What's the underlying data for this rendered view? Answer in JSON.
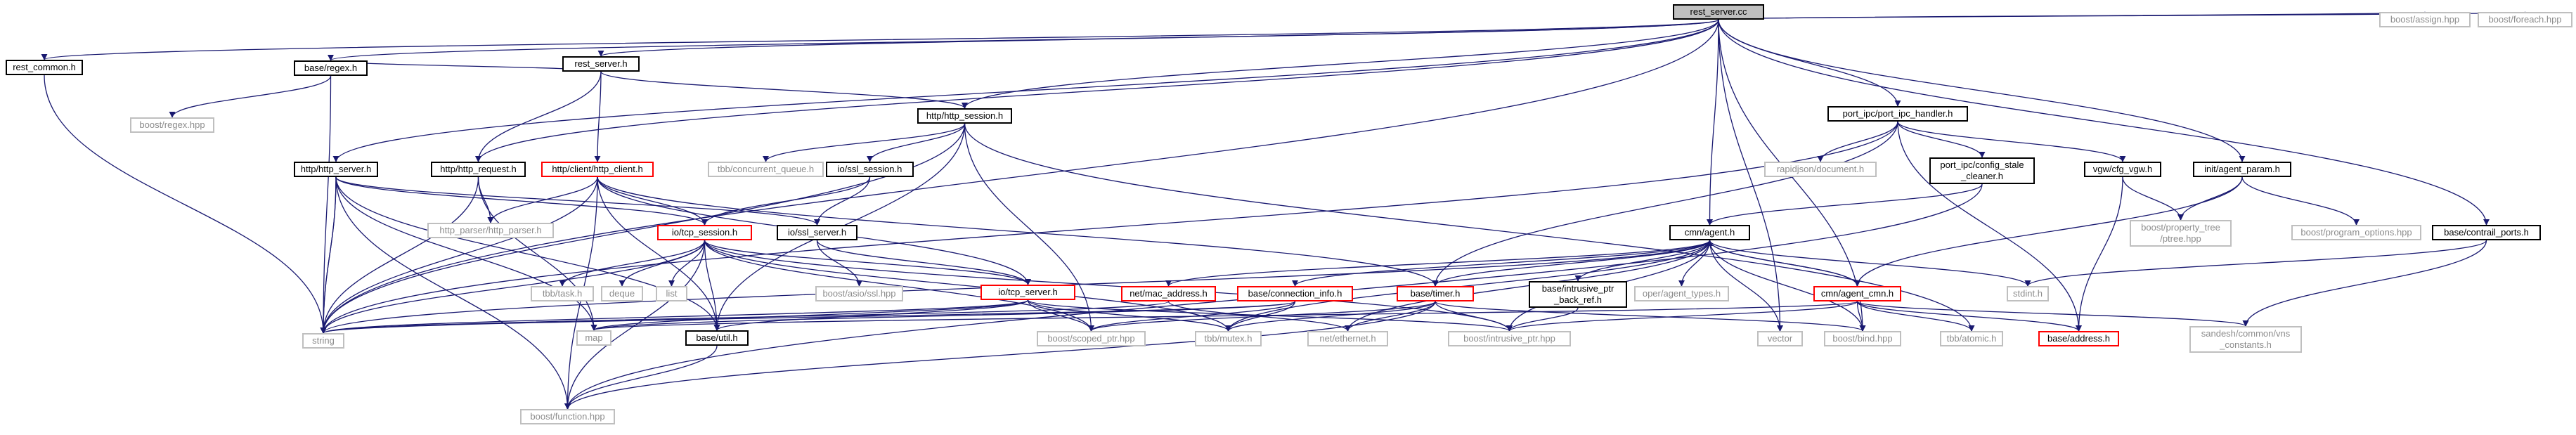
{
  "colors": {
    "edge": "#191970",
    "node_border": "#000000",
    "red_border": "#ff0000",
    "external_border": "#bfbfbf",
    "focus_fill": "#bfbfbf"
  },
  "nodes": [
    {
      "id": "rest_server_cc",
      "label": "rest_server.cc",
      "style": "focus"
    },
    {
      "id": "boost_assign",
      "label": "boost/assign.hpp",
      "style": "ext"
    },
    {
      "id": "boost_foreach",
      "label": "boost/foreach.hpp",
      "style": "ext"
    },
    {
      "id": "rest_server_h",
      "label": "rest_server.h",
      "style": "normal"
    },
    {
      "id": "rest_common",
      "label": "rest_common.h",
      "style": "normal"
    },
    {
      "id": "base_regex",
      "label": "base/regex.h",
      "style": "normal"
    },
    {
      "id": "http_session",
      "label": "http/http_session.h",
      "style": "normal"
    },
    {
      "id": "port_ipc_handler",
      "label": "port_ipc/port_ipc_handler.h",
      "style": "normal"
    },
    {
      "id": "boost_regex",
      "label": "boost/regex.hpp",
      "style": "ext"
    },
    {
      "id": "http_server",
      "label": "http/http_server.h",
      "style": "normal"
    },
    {
      "id": "http_request",
      "label": "http/http_request.h",
      "style": "normal"
    },
    {
      "id": "http_client",
      "label": "http/client/http_client.h",
      "style": "red"
    },
    {
      "id": "tbb_cq",
      "label": "tbb/concurrent_queue.h",
      "style": "ext"
    },
    {
      "id": "io_ssl_session",
      "label": "io/ssl_session.h",
      "style": "normal"
    },
    {
      "id": "rapidjson",
      "label": "rapidjson/document.h",
      "style": "ext"
    },
    {
      "id": "config_stale",
      "label": "port_ipc/config_stale\n_cleaner.h",
      "style": "normal"
    },
    {
      "id": "vgw_cfg",
      "label": "vgw/cfg_vgw.h",
      "style": "normal"
    },
    {
      "id": "init_agent_param",
      "label": "init/agent_param.h",
      "style": "normal"
    },
    {
      "id": "http_parser",
      "label": "http_parser/http_parser.h",
      "style": "ext"
    },
    {
      "id": "io_tcp_session",
      "label": "io/tcp_session.h",
      "style": "red"
    },
    {
      "id": "io_ssl_server",
      "label": "io/ssl_server.h",
      "style": "normal"
    },
    {
      "id": "cmn_agent",
      "label": "cmn/agent.h",
      "style": "normal"
    },
    {
      "id": "boost_ptree",
      "label": "boost/property_tree\n/ptree.hpp",
      "style": "ext"
    },
    {
      "id": "boost_po",
      "label": "boost/program_options.hpp",
      "style": "ext"
    },
    {
      "id": "contrail_ports",
      "label": "base/contrail_ports.h",
      "style": "normal"
    },
    {
      "id": "tbb_task",
      "label": "tbb/task.h",
      "style": "ext"
    },
    {
      "id": "deque",
      "label": "deque",
      "style": "ext"
    },
    {
      "id": "list",
      "label": "list",
      "style": "ext"
    },
    {
      "id": "boost_asio_ssl",
      "label": "boost/asio/ssl.hpp",
      "style": "ext"
    },
    {
      "id": "io_tcp_server",
      "label": "io/tcp_server.h",
      "style": "red"
    },
    {
      "id": "net_mac",
      "label": "net/mac_address.h",
      "style": "red"
    },
    {
      "id": "base_conn_info",
      "label": "base/connection_info.h",
      "style": "red"
    },
    {
      "id": "base_timer",
      "label": "base/timer.h",
      "style": "red"
    },
    {
      "id": "base_intrusive",
      "label": "base/intrusive_ptr\n_back_ref.h",
      "style": "normal"
    },
    {
      "id": "oper_agent_types",
      "label": "oper/agent_types.h",
      "style": "ext"
    },
    {
      "id": "cmn_agent_cmn",
      "label": "cmn/agent_cmn.h",
      "style": "red"
    },
    {
      "id": "stdint",
      "label": "stdint.h",
      "style": "ext"
    },
    {
      "id": "sandesh_vns",
      "label": "sandesh/common/vns\n_constants.h",
      "style": "ext"
    },
    {
      "id": "string",
      "label": "string",
      "style": "ext"
    },
    {
      "id": "map",
      "label": "map",
      "style": "ext"
    },
    {
      "id": "base_util",
      "label": "base/util.h",
      "style": "normal"
    },
    {
      "id": "boost_scoped",
      "label": "boost/scoped_ptr.hpp",
      "style": "ext"
    },
    {
      "id": "tbb_mutex",
      "label": "tbb/mutex.h",
      "style": "ext"
    },
    {
      "id": "net_ethernet",
      "label": "net/ethernet.h",
      "style": "ext"
    },
    {
      "id": "boost_intrusive",
      "label": "boost/intrusive_ptr.hpp",
      "style": "ext"
    },
    {
      "id": "vector",
      "label": "vector",
      "style": "ext"
    },
    {
      "id": "boost_bind",
      "label": "boost/bind.hpp",
      "style": "ext"
    },
    {
      "id": "tbb_atomic",
      "label": "tbb/atomic.h",
      "style": "ext"
    },
    {
      "id": "base_address",
      "label": "base/address.h",
      "style": "red"
    },
    {
      "id": "boost_function",
      "label": "boost/function.hpp",
      "style": "ext"
    }
  ],
  "edges": [
    [
      "rest_server_cc",
      "boost_assign"
    ],
    [
      "rest_server_cc",
      "boost_foreach"
    ],
    [
      "rest_server_cc",
      "rest_server_h"
    ],
    [
      "rest_server_cc",
      "rest_common"
    ],
    [
      "rest_server_cc",
      "base_regex"
    ],
    [
      "rest_server_cc",
      "http_session"
    ],
    [
      "rest_server_cc",
      "port_ipc_handler"
    ],
    [
      "rest_server_cc",
      "http_server"
    ],
    [
      "rest_server_cc",
      "http_request"
    ],
    [
      "rest_server_cc",
      "init_agent_param"
    ],
    [
      "rest_server_cc",
      "cmn_agent"
    ],
    [
      "rest_server_cc",
      "contrail_ports"
    ],
    [
      "rest_server_cc",
      "string"
    ],
    [
      "rest_server_cc",
      "vector"
    ],
    [
      "rest_server_cc",
      "boost_bind"
    ],
    [
      "rest_server_h",
      "base_regex"
    ],
    [
      "rest_server_h",
      "http_session"
    ],
    [
      "rest_server_h",
      "http_request"
    ],
    [
      "rest_server_h",
      "http_client"
    ],
    [
      "rest_common",
      "string"
    ],
    [
      "base_regex",
      "boost_regex"
    ],
    [
      "base_regex",
      "string"
    ],
    [
      "http_session",
      "tbb_cq"
    ],
    [
      "http_session",
      "io_ssl_session"
    ],
    [
      "http_session",
      "base_util"
    ],
    [
      "http_session",
      "boost_scoped"
    ],
    [
      "http_session",
      "tbb_atomic"
    ],
    [
      "port_ipc_handler",
      "rapidjson"
    ],
    [
      "port_ipc_handler",
      "config_stale"
    ],
    [
      "port_ipc_handler",
      "vgw_cfg"
    ],
    [
      "port_ipc_handler",
      "base_timer"
    ],
    [
      "port_ipc_handler",
      "string"
    ],
    [
      "port_ipc_handler",
      "base_address"
    ],
    [
      "http_server",
      "io_tcp_session"
    ],
    [
      "http_server",
      "io_ssl_server"
    ],
    [
      "http_server",
      "string"
    ],
    [
      "http_server",
      "map"
    ],
    [
      "http_server",
      "base_util"
    ],
    [
      "http_server",
      "boost_function"
    ],
    [
      "http_request",
      "http_parser"
    ],
    [
      "http_request",
      "string"
    ],
    [
      "http_request",
      "map"
    ],
    [
      "http_client",
      "http_parser"
    ],
    [
      "http_client",
      "io_tcp_session"
    ],
    [
      "http_client",
      "io_tcp_server"
    ],
    [
      "http_client",
      "base_timer"
    ],
    [
      "http_client",
      "string"
    ],
    [
      "http_client",
      "boost_function"
    ],
    [
      "http_client",
      "base_util"
    ],
    [
      "io_ssl_session",
      "io_tcp_session"
    ],
    [
      "io_ssl_session",
      "io_ssl_server"
    ],
    [
      "config_stale",
      "cmn_agent"
    ],
    [
      "config_stale",
      "boost_function"
    ],
    [
      "vgw_cfg",
      "boost_ptree"
    ],
    [
      "vgw_cfg",
      "base_address"
    ],
    [
      "init_agent_param",
      "boost_ptree"
    ],
    [
      "init_agent_param",
      "boost_po"
    ],
    [
      "init_agent_param",
      "cmn_agent_cmn"
    ],
    [
      "io_tcp_session",
      "tbb_task"
    ],
    [
      "io_tcp_session",
      "deque"
    ],
    [
      "io_tcp_session",
      "list"
    ],
    [
      "io_tcp_session",
      "io_tcp_server"
    ],
    [
      "io_tcp_session",
      "string"
    ],
    [
      "io_tcp_session",
      "base_util"
    ],
    [
      "io_tcp_session",
      "boost_scoped"
    ],
    [
      "io_tcp_session",
      "tbb_mutex"
    ],
    [
      "io_tcp_session",
      "boost_intrusive"
    ],
    [
      "io_tcp_session",
      "boost_function"
    ],
    [
      "io_ssl_server",
      "boost_asio_ssl"
    ],
    [
      "io_ssl_server",
      "io_tcp_server"
    ],
    [
      "io_tcp_server",
      "map"
    ],
    [
      "io_tcp_server",
      "base_util"
    ],
    [
      "io_tcp_server",
      "boost_scoped"
    ],
    [
      "io_tcp_server",
      "tbb_mutex"
    ],
    [
      "io_tcp_server",
      "boost_intrusive"
    ],
    [
      "io_tcp_server",
      "string"
    ],
    [
      "cmn_agent",
      "net_mac"
    ],
    [
      "cmn_agent",
      "base_conn_info"
    ],
    [
      "cmn_agent",
      "base_timer"
    ],
    [
      "cmn_agent",
      "base_intrusive"
    ],
    [
      "cmn_agent",
      "oper_agent_types"
    ],
    [
      "cmn_agent",
      "cmn_agent_cmn"
    ],
    [
      "cmn_agent",
      "stdint"
    ],
    [
      "cmn_agent",
      "string"
    ],
    [
      "cmn_agent",
      "vector"
    ],
    [
      "cmn_agent",
      "boost_bind"
    ],
    [
      "cmn_agent",
      "boost_intrusive"
    ],
    [
      "cmn_agent",
      "net_ethernet"
    ],
    [
      "cmn_agent",
      "tbb_mutex"
    ],
    [
      "contrail_ports",
      "stdint"
    ],
    [
      "contrail_ports",
      "sandesh_vns"
    ],
    [
      "net_mac",
      "string"
    ],
    [
      "net_mac",
      "net_ethernet"
    ],
    [
      "base_conn_info",
      "map"
    ],
    [
      "base_conn_info",
      "boost_scoped"
    ],
    [
      "base_conn_info",
      "tbb_mutex"
    ],
    [
      "base_conn_info",
      "string"
    ],
    [
      "base_timer",
      "boost_function"
    ],
    [
      "base_timer",
      "boost_scoped"
    ],
    [
      "base_timer",
      "tbb_mutex"
    ],
    [
      "base_timer",
      "boost_intrusive"
    ],
    [
      "base_timer",
      "boost_bind"
    ],
    [
      "base_timer",
      "net_ethernet"
    ],
    [
      "base_intrusive",
      "boost_intrusive"
    ],
    [
      "cmn_agent_cmn",
      "cmn_agent"
    ],
    [
      "cmn_agent_cmn",
      "boost_bind"
    ],
    [
      "cmn_agent_cmn",
      "tbb_atomic"
    ],
    [
      "cmn_agent_cmn",
      "base_address"
    ],
    [
      "cmn_agent_cmn",
      "sandesh_vns"
    ],
    [
      "cmn_agent_cmn",
      "map"
    ],
    [
      "cmn_agent_cmn",
      "boost_intrusive"
    ],
    [
      "base_util",
      "boost_function"
    ],
    [
      "http_session",
      "string"
    ],
    [
      "http_server",
      "string"
    ]
  ]
}
